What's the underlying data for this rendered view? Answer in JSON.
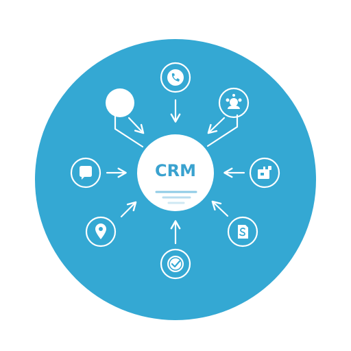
{
  "colors": {
    "background": "#ffffff",
    "disc": "#34a8d3",
    "line": "#ffffff",
    "hub_text": "#3aa2cf",
    "hub_lines": [
      "#8ecbe6",
      "#b7dcee",
      "#cfe8f3"
    ]
  },
  "hub": {
    "label": "CRM",
    "icon": "crm-hub"
  },
  "nodes": [
    {
      "id": "phone",
      "icon": "phone-icon"
    },
    {
      "id": "avatar",
      "icon": "avatar-icon"
    },
    {
      "id": "support",
      "icon": "support-icon"
    },
    {
      "id": "chat",
      "icon": "chat-icon"
    },
    {
      "id": "store",
      "icon": "store-icon"
    },
    {
      "id": "location",
      "icon": "location-pin-icon"
    },
    {
      "id": "document",
      "icon": "document-icon"
    },
    {
      "id": "check",
      "icon": "check-badge-icon"
    }
  ]
}
